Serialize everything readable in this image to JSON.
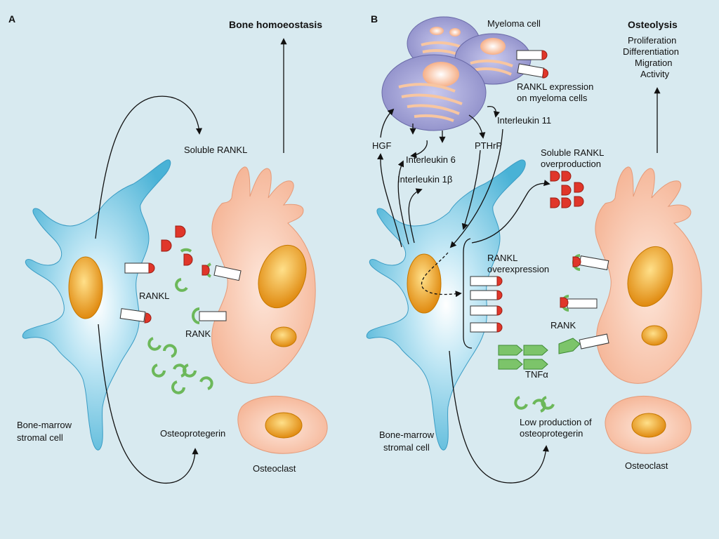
{
  "panel_a": {
    "letter": "A",
    "title": "Bone homoeostasis",
    "labels": {
      "soluble_rankl": "Soluble RANKL",
      "rankl": "RANKL",
      "rank": "RANK",
      "stromal_line1": "Bone-marrow",
      "stromal_line2": "stromal cell",
      "osteoprotegerin": "Osteoprotegerin",
      "osteoclast": "Osteoclast"
    }
  },
  "panel_b": {
    "letter": "B",
    "title": "Osteolysis",
    "outcomes": [
      "Proliferation",
      "Differentiation",
      "Migration",
      "Activity"
    ],
    "labels": {
      "myeloma_cell": "Myeloma cell",
      "rankl_expr_line1": "RANKL expression",
      "rankl_expr_line2": "on myeloma cells",
      "interleukin11": "Interleukin 11",
      "hgf": "HGF",
      "pthrp": "PTHrP",
      "interleukin6": "Interleukin 6",
      "interleukin1b": "Interleukin 1β",
      "soluble_over_line1": "Soluble RANKL",
      "soluble_over_line2": "overproduction",
      "rankl_over_line1": "RANKL",
      "rankl_over_line2": "overexpression",
      "rank": "RANK",
      "tnf": "TNFα",
      "low_opg_line1": "Low production of",
      "low_opg_line2": "osteoprotegerin",
      "stromal_line1": "Bone-marrow",
      "stromal_line2": "stromal cell",
      "osteoclast": "Osteoclast"
    }
  },
  "colors": {
    "background": "#d8eaf0",
    "stromal_cell": "#4cb4d8",
    "osteoclast": "#f7c1a6",
    "nucleus": "#f0a81a",
    "rankl": "#e0362a",
    "opg": "#6cb85a",
    "myeloma": "#9a9ad0"
  }
}
